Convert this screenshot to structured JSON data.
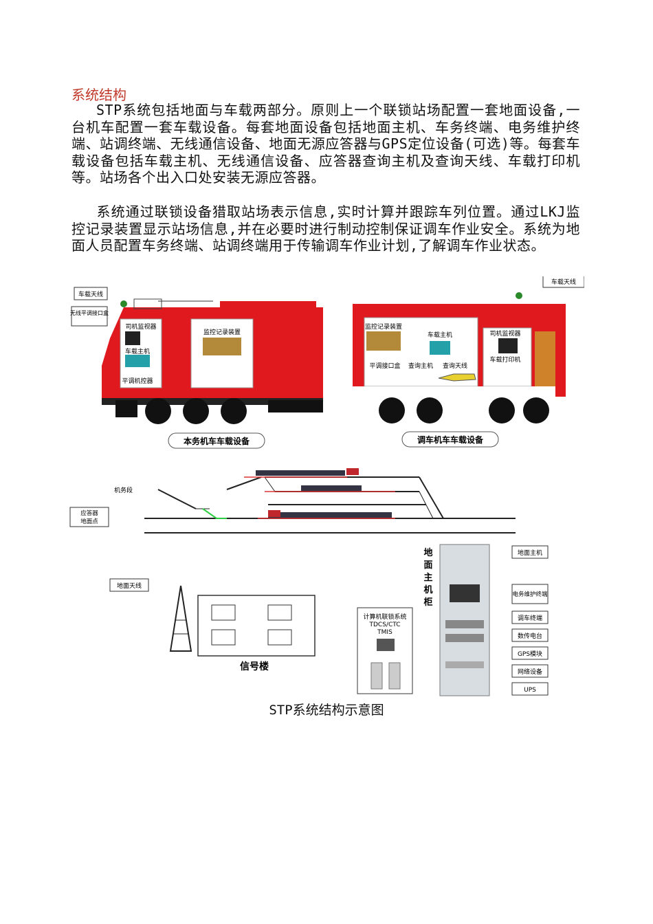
{
  "heading": "系统结构",
  "paragraphs": [
    "STP系统包括地面与车载两部分。原则上一个联锁站场配置一套地面设备,一台机车配置一套车载设备。每套地面设备包括地面主机、车务终端、电务维护终端、站调终端、无线通信设备、地面无源应答器与GPS定位设备(可选)等。每套车载设备包括车载主机、无线通信设备、应答器查询主机及查询天线、车载打印机等。站场各个出入口处安装无源应答器。",
    "系统通过联锁设备猎取站场表示信息,实时计算并跟踪车列位置。通过LKJ监控记录装置显示站场信息,并在必要时进行制动控制保证调车作业安全。系统为地面人员配置车务终端、站调终端用于传输调车作业计划,了解调车作业状态。"
  ],
  "figure": {
    "left_loco": {
      "antenna": "车载天线",
      "wireless_box": "无线平调接口盒",
      "driver_monitor": "司机监视器",
      "host": "车载主机",
      "controller": "平调机控器",
      "recorder": "监控记录装置"
    },
    "right_loco": {
      "antenna": "车载天线",
      "recorder": "监控记录装置",
      "host": "车载主机",
      "driver_monitor": "司机监视器",
      "printer": "车载打印机",
      "interface_box": "平调接口盒",
      "query_host": "查询主机",
      "query_antenna": "查询天线"
    },
    "label_main_loco": "本务机车车载设备",
    "label_shunt_loco": "调车机车车载设备",
    "depot": "机务段",
    "balise": "应答器地面点",
    "ground_antenna": "地面天线",
    "signal_building": "信号楼",
    "interlocking": [
      "计算机联锁系统",
      "TDCS/CTC",
      "TMIS"
    ],
    "cabinet_title": [
      "地",
      "面",
      "主",
      "机",
      "柜"
    ],
    "cabinet_items": [
      "地面主机",
      "电务维护终端",
      "调车终端",
      "数传电台",
      "GPS模块",
      "网络设备",
      "UPS"
    ]
  },
  "caption": "STP系统结构示意图"
}
